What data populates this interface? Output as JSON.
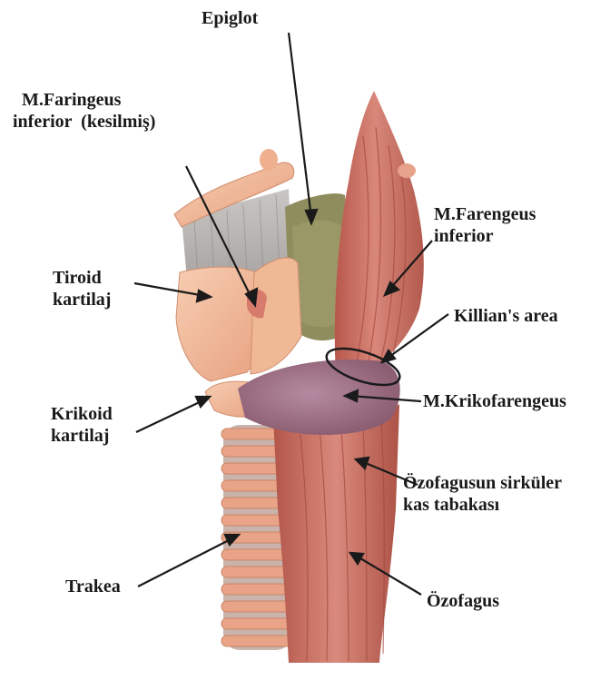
{
  "labels": {
    "epiglot": {
      "lines": [
        "Epiglot"
      ]
    },
    "faringeus_cut": {
      "lines": [
        "M.Faringeus",
        "inferior  (kesilmiş)"
      ]
    },
    "tiroid": {
      "lines": [
        "Tiroid",
        "kartilaj"
      ]
    },
    "farengeus_inferior": {
      "lines": [
        "M.Farengeus",
        "inferior"
      ]
    },
    "killian": {
      "lines": [
        "Killian's area"
      ]
    },
    "krikofarengeus": {
      "lines": [
        "M.Krikofarengeus"
      ]
    },
    "krikoid": {
      "lines": [
        "Krikoid",
        "kartilaj"
      ]
    },
    "ozofagus_sirkuler": {
      "lines": [
        "Özofagusun sirküler",
        "kas tabakası"
      ]
    },
    "trakea": {
      "lines": [
        "Trakea"
      ]
    },
    "ozofagus": {
      "lines": [
        "Özofagus"
      ]
    }
  },
  "colors": {
    "muscle": "#c96a5c",
    "muscle_dark": "#a94f44",
    "cartilage": "#f0b08e",
    "cartilage_light": "#f6c7aa",
    "membrane": "#b9b6b4",
    "epiglottis": "#8c8a5a",
    "cricopharyngeus": "#9a6b80",
    "trachea_ring": "#b39a92",
    "arrow": "#1a1a1a"
  }
}
